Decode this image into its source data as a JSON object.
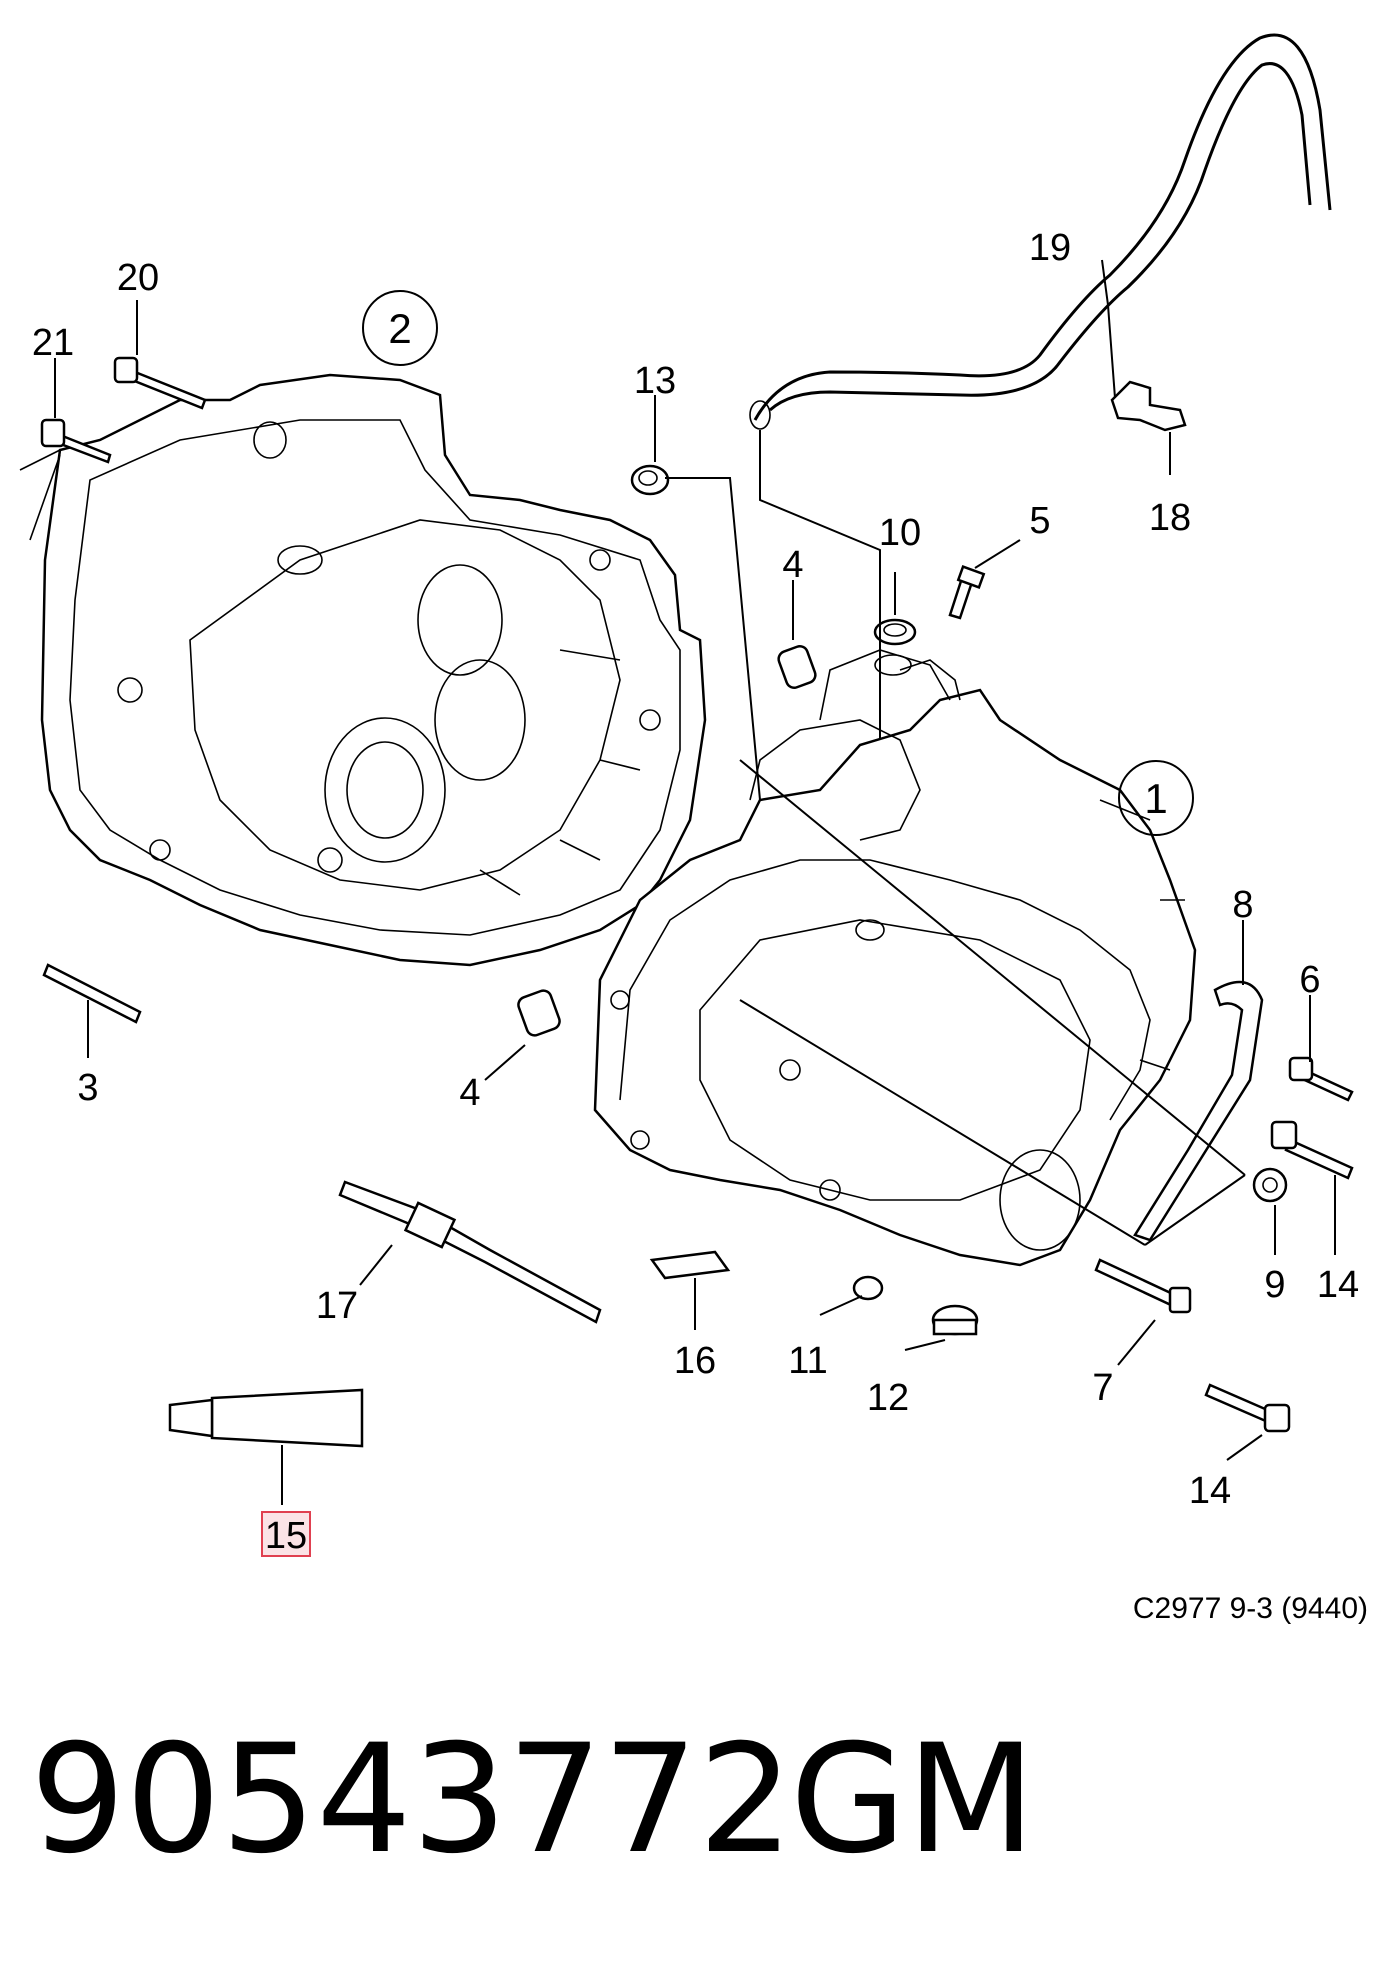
{
  "diagram": {
    "assembly_labels": {
      "a1": "1",
      "a2": "2"
    },
    "callouts": {
      "c3": "3",
      "c4a": "4",
      "c4b": "4",
      "c5": "5",
      "c6": "6",
      "c7": "7",
      "c8": "8",
      "c9": "9",
      "c10": "10",
      "c11": "11",
      "c12": "12",
      "c13": "13",
      "c14a": "14",
      "c14b": "14",
      "c15": "15",
      "c16": "16",
      "c17": "17",
      "c18": "18",
      "c19": "19",
      "c20": "20",
      "c21": "21"
    },
    "highlighted_callout": "15",
    "highlight_color": "#e04050",
    "highlight_fill": "#fbe3e6",
    "reference_code": "C2977 9-3 (9440)"
  },
  "footer": {
    "part_number": "90543772",
    "brand": "GM"
  }
}
